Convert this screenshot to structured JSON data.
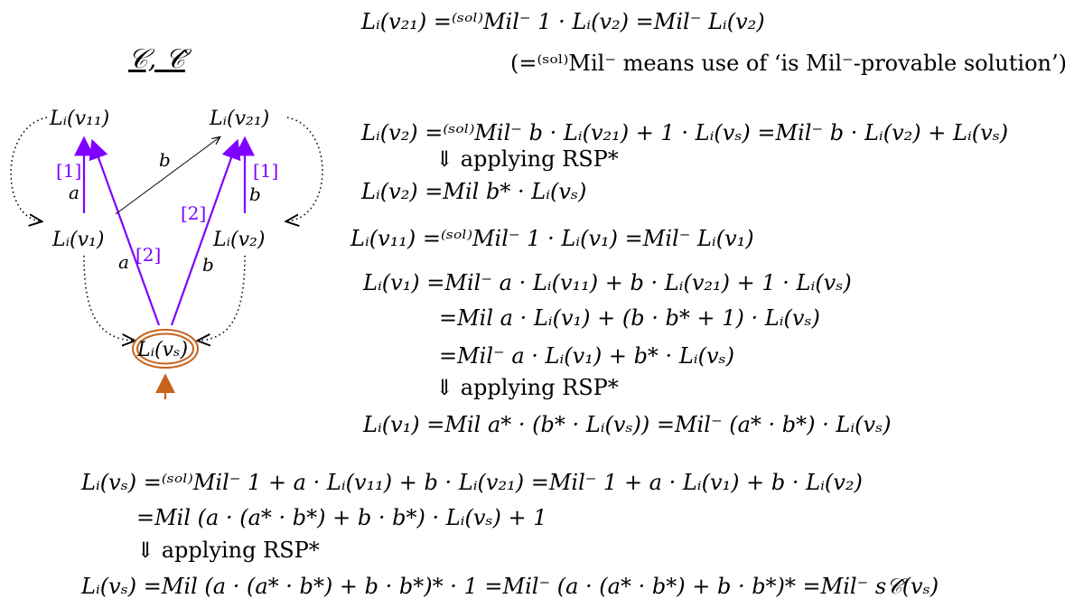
{
  "title": "𝒞, 𝒞̂",
  "graph": {
    "nodes": {
      "v11": "Lᵢ(v₁₁)",
      "v21": "Lᵢ(v₂₁)",
      "v1": "Lᵢ(v₁)",
      "v2": "Lᵢ(v₂)",
      "vs": "Lᵢ(vₛ)"
    },
    "edge_labels": {
      "a_left": "a",
      "b_cross": "b",
      "b_right": "b",
      "a_bottom": "a",
      "b_bottom": "b",
      "tag1_left": "[1]",
      "tag1_right": "[1]",
      "tag2_left": "[2]",
      "tag2_right": "[2]"
    },
    "colors": {
      "purple": "#8000ff",
      "orange": "#c8621a",
      "black": "#000000"
    }
  },
  "equations": {
    "line1": "Lᵢ(v₂₁) =⁽ˢᵒˡ⁾Mil⁻ 1 · Lᵢ(v₂) =Mil⁻ Lᵢ(v₂)",
    "note1": "(=⁽ˢᵒˡ⁾Mil⁻ means use of ‘is Mil⁻-provable solution’)",
    "line2": "Lᵢ(v₂) =⁽ˢᵒˡ⁾Mil⁻ b · Lᵢ(v₂₁) + 1 · Lᵢ(vₛ) =Mil⁻ b · Lᵢ(v₂) + Lᵢ(vₛ)",
    "rsp1": "⇓ applying RSP*",
    "line3": "Lᵢ(v₂) =Mil b* · Lᵢ(vₛ)",
    "line4": "Lᵢ(v₁₁) =⁽ˢᵒˡ⁾Mil⁻ 1 · Lᵢ(v₁) =Mil⁻ Lᵢ(v₁)",
    "line5": "Lᵢ(v₁) =Mil⁻ a · Lᵢ(v₁₁) + b · Lᵢ(v₂₁) + 1 · Lᵢ(vₛ)",
    "line6": "=Mil a · Lᵢ(v₁) + (b · b* + 1) · Lᵢ(vₛ)",
    "line7": "=Mil⁻ a · Lᵢ(v₁) + b* · Lᵢ(vₛ)",
    "rsp2": "⇓ applying RSP*",
    "line8": "Lᵢ(v₁) =Mil a* · (b* · Lᵢ(vₛ)) =Mil⁻ (a* · b*) · Lᵢ(vₛ)",
    "line9": "Lᵢ(vₛ) =⁽ˢᵒˡ⁾Mil⁻ 1 + a · Lᵢ(v₁₁) + b · Lᵢ(v₂₁) =Mil⁻ 1 + a · Lᵢ(v₁) + b · Lᵢ(v₂)",
    "line10": "=Mil (a · (a* · b*) + b · b*) · Lᵢ(vₛ) + 1",
    "rsp3": "⇓ applying RSP*",
    "line11": "Lᵢ(vₛ) =Mil (a · (a* · b*) + b · b*)* · 1 =Mil⁻ (a · (a* · b*) + b · b*)* =Mil⁻ s𝒞̂(vₛ)"
  }
}
